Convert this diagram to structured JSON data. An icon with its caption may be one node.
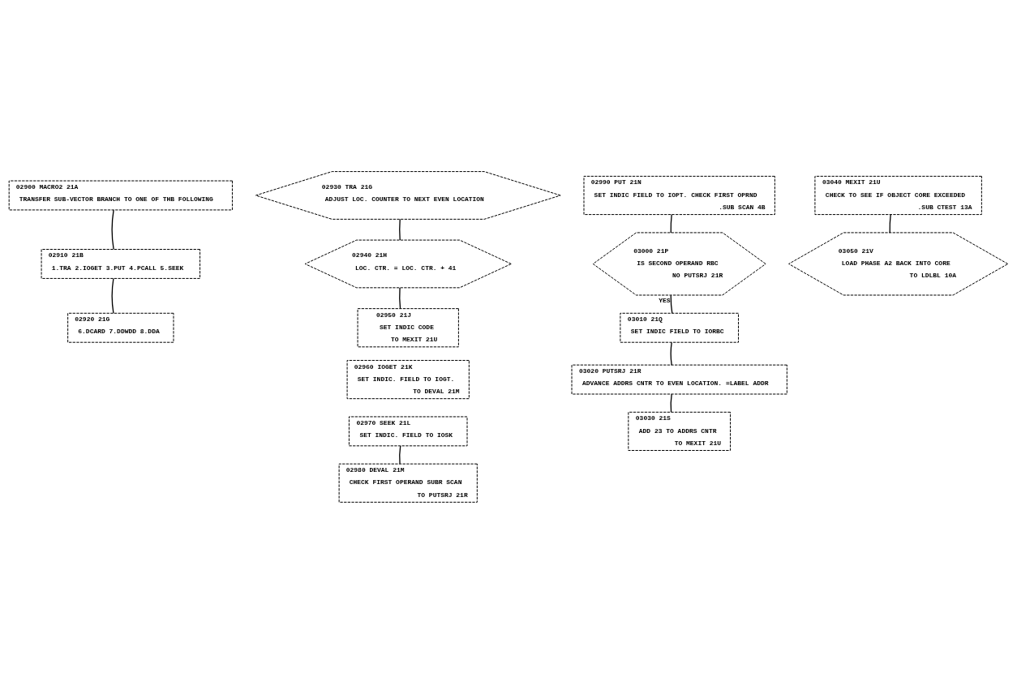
{
  "diagram": {
    "nodes": [
      {
        "text": [
          "02900 MACRO2 21A",
          "TRANSFER SUB-VECTOR BRANCH TO ONE OF THB FOLLOWING"
        ]
      },
      {
        "text": [
          "02910 21B",
          "1.TRA 2.IOGET 3.PUT 4.PCALL 5.SEEK"
        ]
      },
      {
        "text": [
          "02920 21G",
          "6.DCARD 7.DDWDD 8.DDA"
        ]
      },
      {
        "text": [
          "02930 TRA 21G",
          "ADJUST LOC. COUNTER TO NEXT EVEN LOCATION"
        ]
      },
      {
        "text": [
          "02940 21H",
          "LOC. CTR. = LOC. CTR. + 41"
        ]
      },
      {
        "text": [
          "02950 21J",
          "SET INDIC CODE",
          "TO MEXIT 21U"
        ]
      },
      {
        "text": [
          "02960 IOGET 21K",
          "SET INDIC. FIELD TO IOGT.",
          "TO DEVAL 21M"
        ]
      },
      {
        "text": [
          "02970 SEEK 21L",
          "SET INDIC. FIELD TO IOSK"
        ]
      },
      {
        "text": [
          "02980 DEVAL 21M",
          "CHECK FIRST OPERAND SUBR SCAN",
          "TO PUTSRJ 21R"
        ]
      },
      {
        "text": [
          "02990 PUT 21N",
          "SET INDIC FIELD TO IOPT. CHECK FIRST OPRND",
          ".SUB SCAN 4B"
        ]
      },
      {
        "text": [
          "03000 21P",
          "IS SECOND OPERAND RBC",
          "NO PUTSRJ 21R"
        ]
      },
      {
        "text": [
          "03010 21Q",
          "SET INDIC FIELD TO IORBC"
        ]
      },
      {
        "text": [
          "03020 PUTSRJ 21R",
          "ADVANCE ADDRS CNTR TO EVEN LOCATION. =LABEL ADDR"
        ]
      },
      {
        "text": [
          "03030 21S",
          "ADD 23 TO ADDRS CNTR",
          "TO MEXIT 21U"
        ]
      },
      {
        "text": [
          "03040 MEXIT 21U",
          "CHECK TO SEE IF OBJECT CORE EXCEEDED",
          ".SUB CTEST 13A"
        ]
      },
      {
        "text": [
          "03050 21V",
          "LOAD PHASE A2 BACK INTO CORE",
          "TO LDLBL 10A"
        ]
      }
    ],
    "edges": [
      {
        "from": 0,
        "to": 1,
        "arrow": "none"
      },
      {
        "from": 1,
        "to": 2,
        "arrow": "none"
      },
      {
        "from": 3,
        "to": 4,
        "arrow": "none"
      },
      {
        "from": 4,
        "to": 5,
        "arrow": "none"
      },
      {
        "from": 7,
        "to": 8,
        "arrow": "none"
      },
      {
        "from": 9,
        "to": 10,
        "arrow": "none"
      },
      {
        "from": 10,
        "to": 11,
        "arrow": "none",
        "label": "YES"
      },
      {
        "from": 11,
        "to": 12,
        "arrow": "none"
      },
      {
        "from": 12,
        "to": 13,
        "arrow": "none"
      },
      {
        "from": 14,
        "to": 15,
        "arrow": "none"
      }
    ]
  }
}
